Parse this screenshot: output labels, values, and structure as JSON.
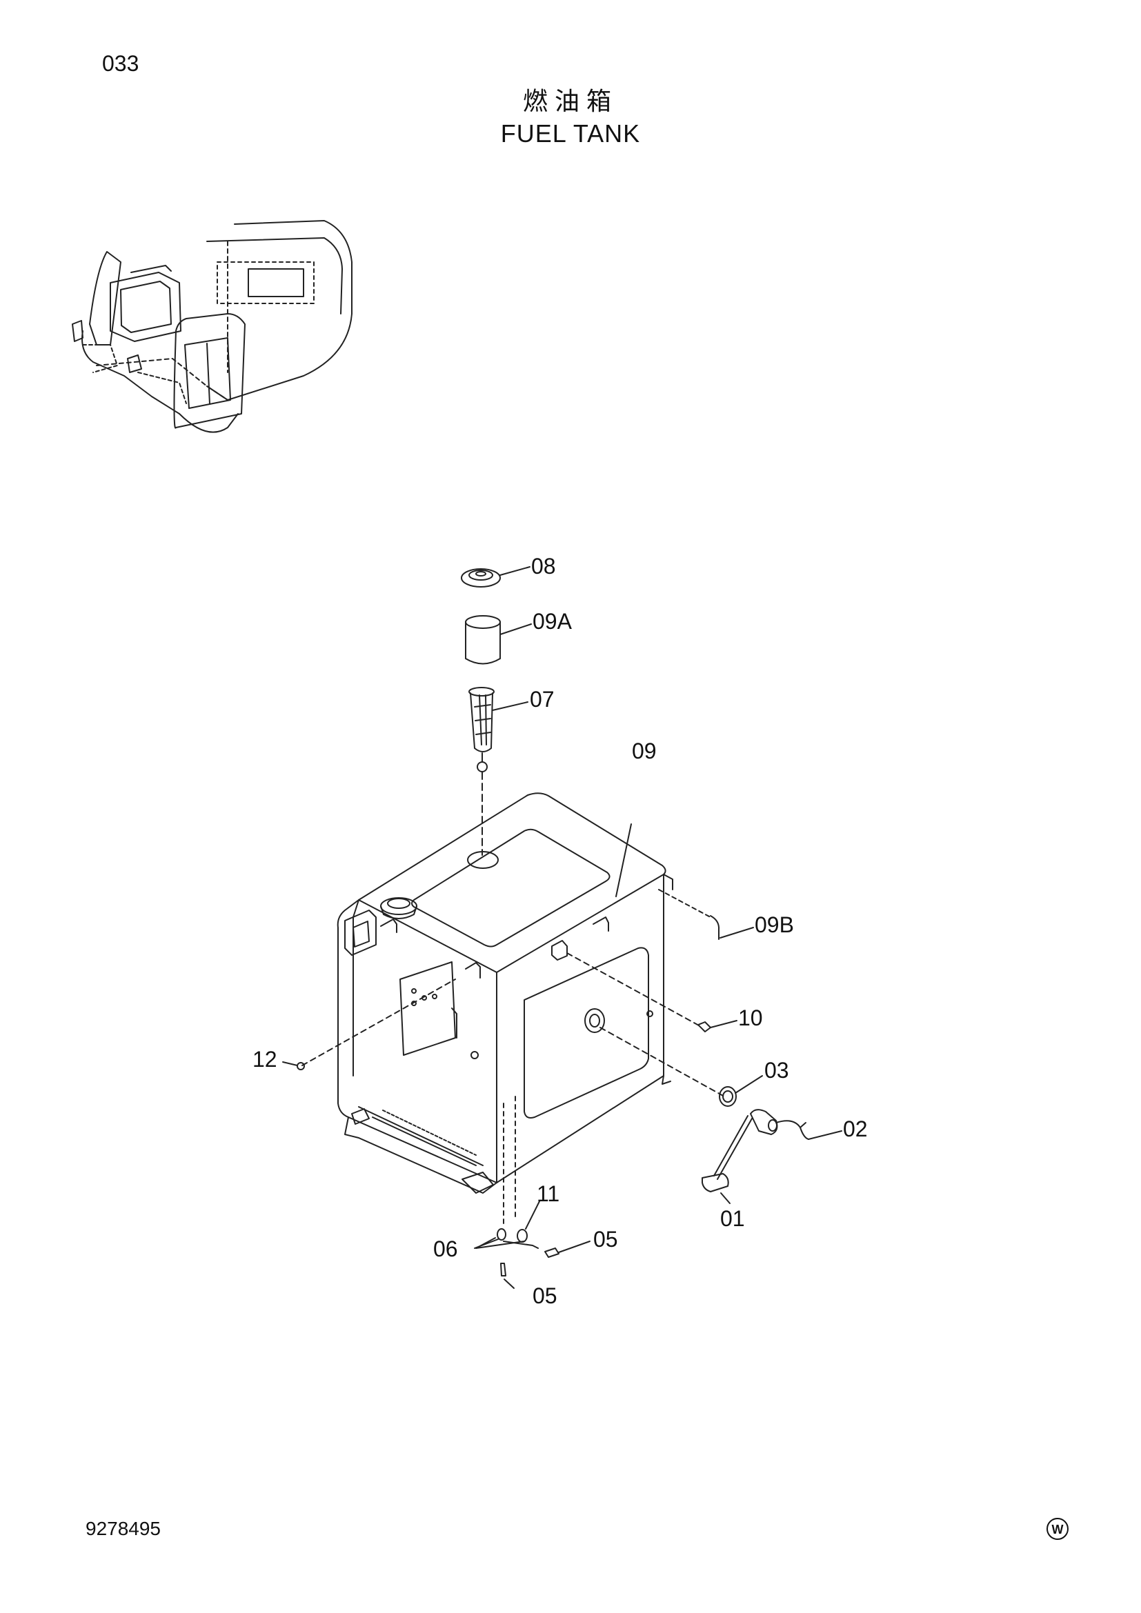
{
  "page_number": "033",
  "title_cn": "燃油箱",
  "title_en": "FUEL TANK",
  "document_number": "9278495",
  "corner_mark": "W",
  "callouts": {
    "c08": "08",
    "c09A": "09A",
    "c07": "07",
    "c09": "09",
    "c09B": "09B",
    "c10": "10",
    "c12": "12",
    "c03": "03",
    "c02": "02",
    "c01": "01",
    "c11": "11",
    "c06": "06",
    "c05a": "05",
    "c05b": "05"
  }
}
